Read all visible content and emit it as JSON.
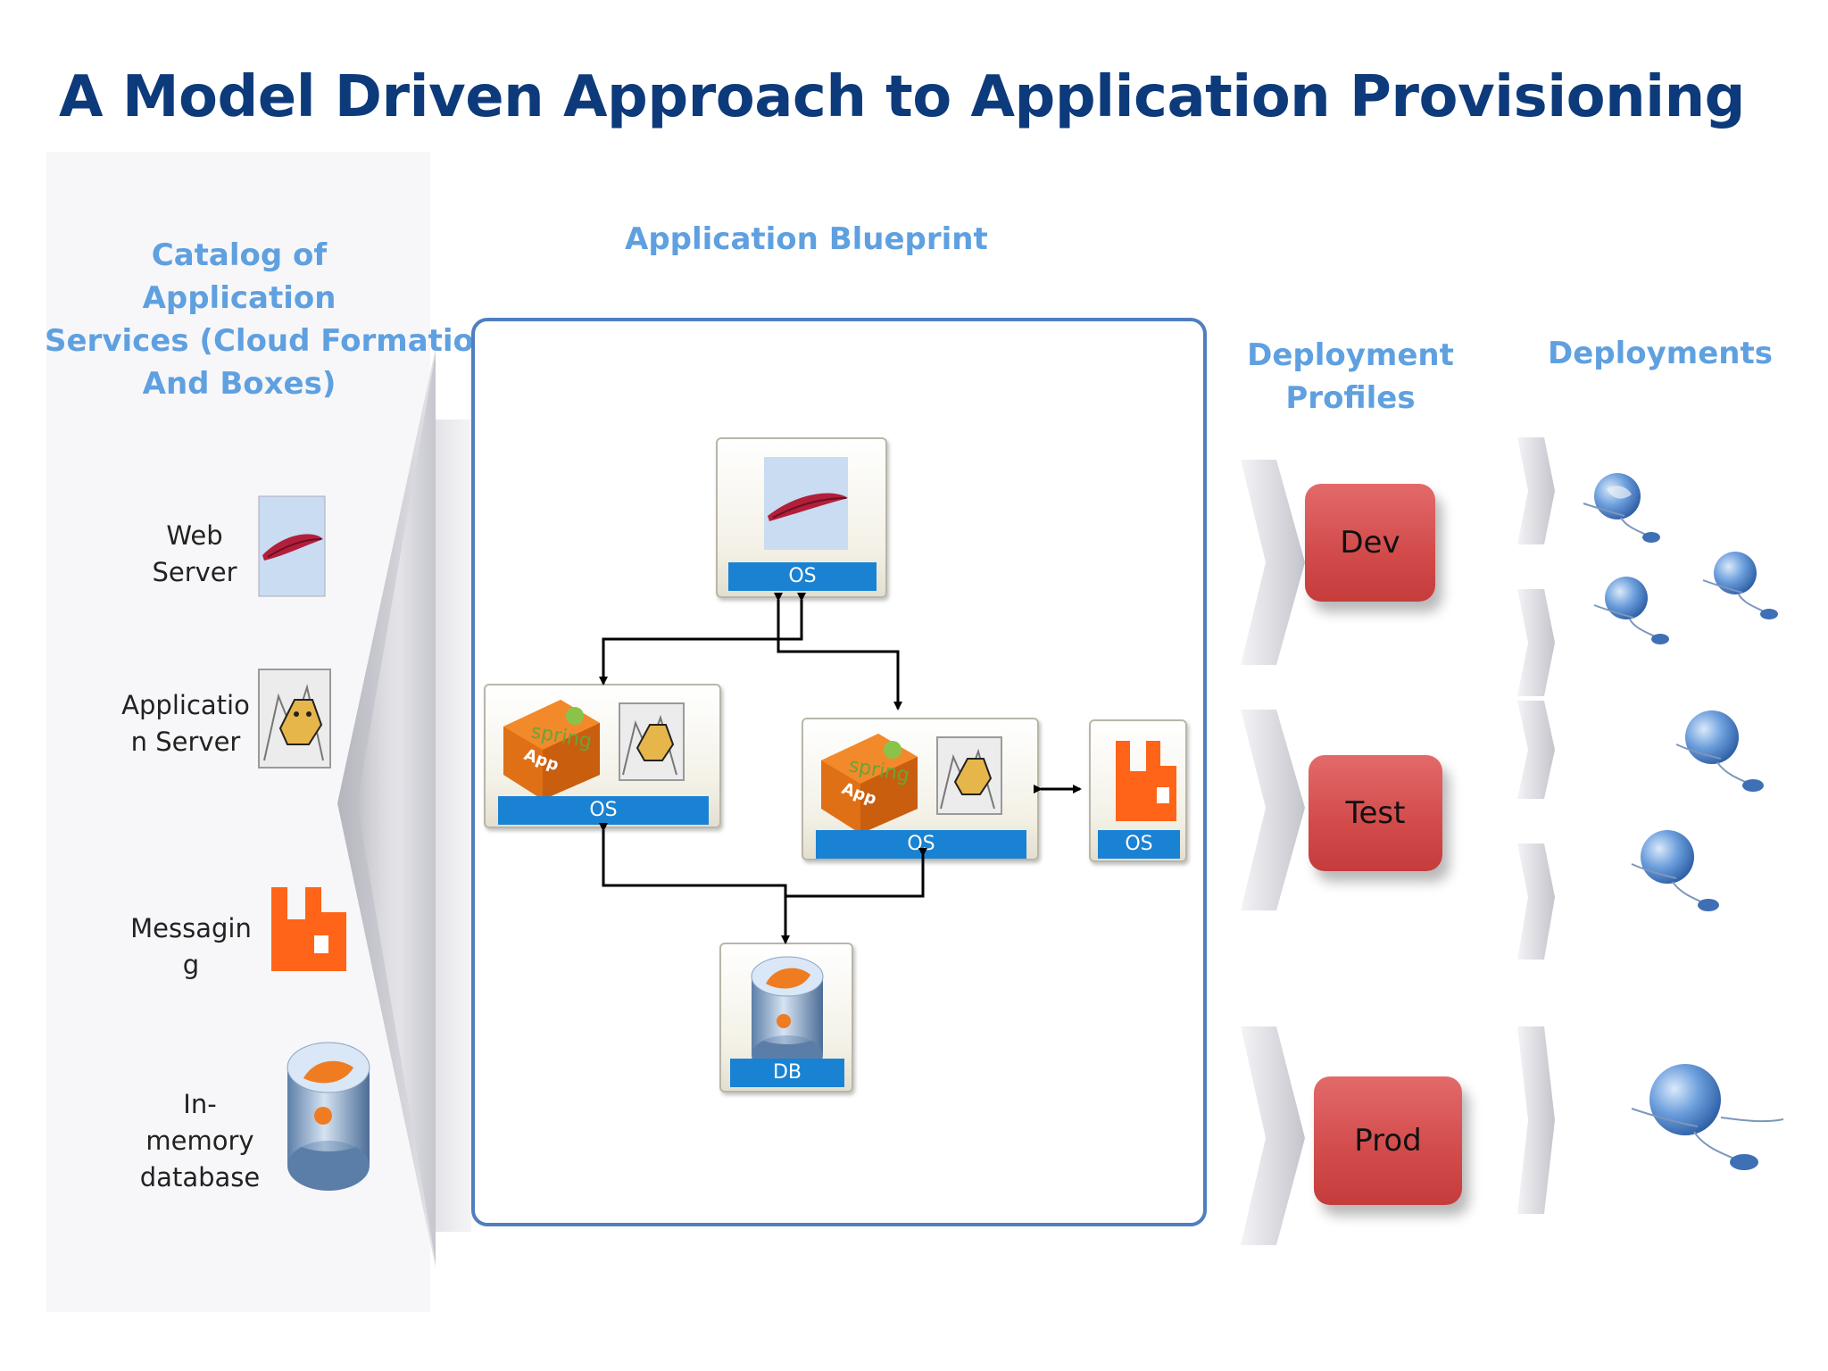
{
  "title": "A Model Driven Approach to Application Provisioning",
  "catalog": {
    "heading": [
      "Catalog of",
      "Application",
      "Services (Cloud Formation",
      "And Boxes)"
    ],
    "items": [
      {
        "label": [
          "Web",
          "Server"
        ],
        "icon": "apache-feather-icon"
      },
      {
        "label": [
          "Applicatio",
          "n Server"
        ],
        "icon": "tomcat-icon"
      },
      {
        "label": [
          "Messagin",
          "g"
        ],
        "icon": "rabbitmq-icon"
      },
      {
        "label": [
          "In-",
          "memory",
          "database"
        ],
        "icon": "gemfire-database-icon"
      }
    ]
  },
  "blueprint": {
    "heading": "Application Blueprint",
    "web_node_bar": "OS",
    "app_node_left_bar": "OS",
    "app_node_right_bar": "OS",
    "msg_node_bar": "OS",
    "db_node_bar": "DB",
    "spring_text": "spring",
    "app_text": "App"
  },
  "profiles": {
    "heading": [
      "Deployment",
      "Profiles"
    ],
    "items": [
      "Dev",
      "Test",
      "Prod"
    ]
  },
  "deployments": {
    "heading": "Deployments"
  },
  "colors": {
    "title": "#0d3a7a",
    "heading": "#5fa0e0",
    "os_bar": "#1a82d3",
    "profile_box": "#d24a4a",
    "blueprint_border": "#4f7fbf"
  }
}
